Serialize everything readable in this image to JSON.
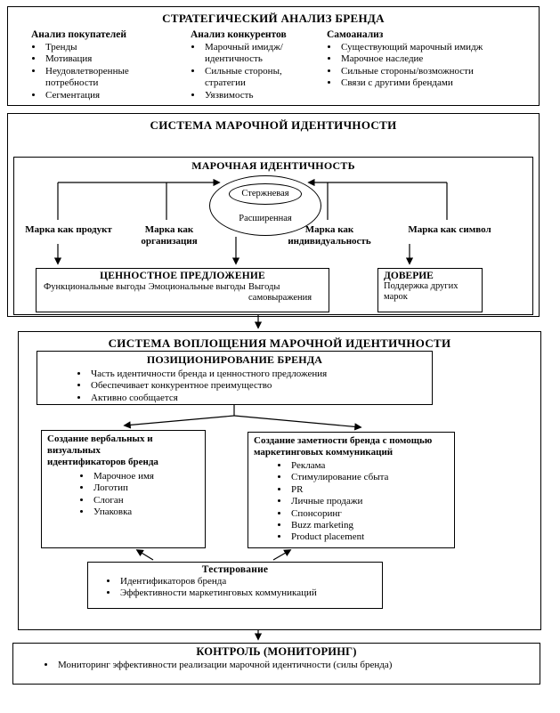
{
  "colors": {
    "ink": "#000000",
    "paper": "#ffffff"
  },
  "strategic": {
    "title": "СТРАТЕГИЧЕСКИЙ АНАЛИЗ БРЕНДА",
    "columns": [
      {
        "header": "Анализ покупателей",
        "items": [
          "Тренды",
          "Мотивация",
          "Неудовлетворенные потребности",
          "Сегментация"
        ]
      },
      {
        "header": "Анализ конкурентов",
        "items": [
          "Марочный имидж/идентичность",
          "Сильные стороны, стратегии",
          "Уязвимость"
        ]
      },
      {
        "header": "Самоанализ",
        "items": [
          "Существующий марочный имидж",
          "Марочное наследие",
          "Сильные стороны/возможности",
          "Связи с другими брендами"
        ]
      }
    ]
  },
  "identity_system": {
    "title": "СИСТЕМА МАРОЧНОЙ ИДЕНТИЧНОСТИ",
    "identity": {
      "title": "МАРОЧНАЯ ИДЕНТИЧНОСТЬ",
      "core": "Стержневая",
      "extended": "Расширенная",
      "perspectives": [
        "Марка как продукт",
        "Марка как организация",
        "Марка как индивидуальность",
        "Марка как символ"
      ]
    },
    "value_proposition": {
      "title": "ЦЕННОСТНОЕ ПРЕДЛОЖЕНИЕ",
      "items": [
        "Функциональные выгоды",
        "Эмоциональные выгоды",
        "Выгоды самовыражения"
      ]
    },
    "trust": {
      "title": "ДОВЕРИЕ",
      "text": "Поддержка других марок"
    }
  },
  "implementation": {
    "title": "СИСТЕМА ВОПЛОЩЕНИЯ МАРОЧНОЙ ИДЕНТИЧНОСТИ",
    "positioning": {
      "title": "ПОЗИЦИОНИРОВАНИЕ БРЕНДА",
      "items": [
        "Часть идентичности бренда и ценностного предложения",
        "Обеспечивает конкурентное преимущество",
        "Активно сообщается"
      ]
    },
    "identifiers": {
      "title": "Создание вербальных и визуальных идентификаторов бренда",
      "items": [
        "Марочное имя",
        "Логотип",
        "Слоган",
        "Упаковка"
      ]
    },
    "communications": {
      "title": "Создание заметности бренда с помощью маркетинговых коммуникаций",
      "items": [
        "Реклама",
        "Стимулирование сбыта",
        "PR",
        "Личные продажи",
        "Спонсоринг",
        "Buzz marketing",
        "Product placement"
      ]
    },
    "testing": {
      "title": "Тестирование",
      "items": [
        "Идентификаторов бренда",
        "Эффективности маркетинговых коммуникаций"
      ]
    }
  },
  "control": {
    "title": "КОНТРОЛЬ (МОНИТОРИНГ)",
    "items": [
      "Мониторинг эффективности реализации  марочной идентичности   (силы бренда)"
    ]
  }
}
